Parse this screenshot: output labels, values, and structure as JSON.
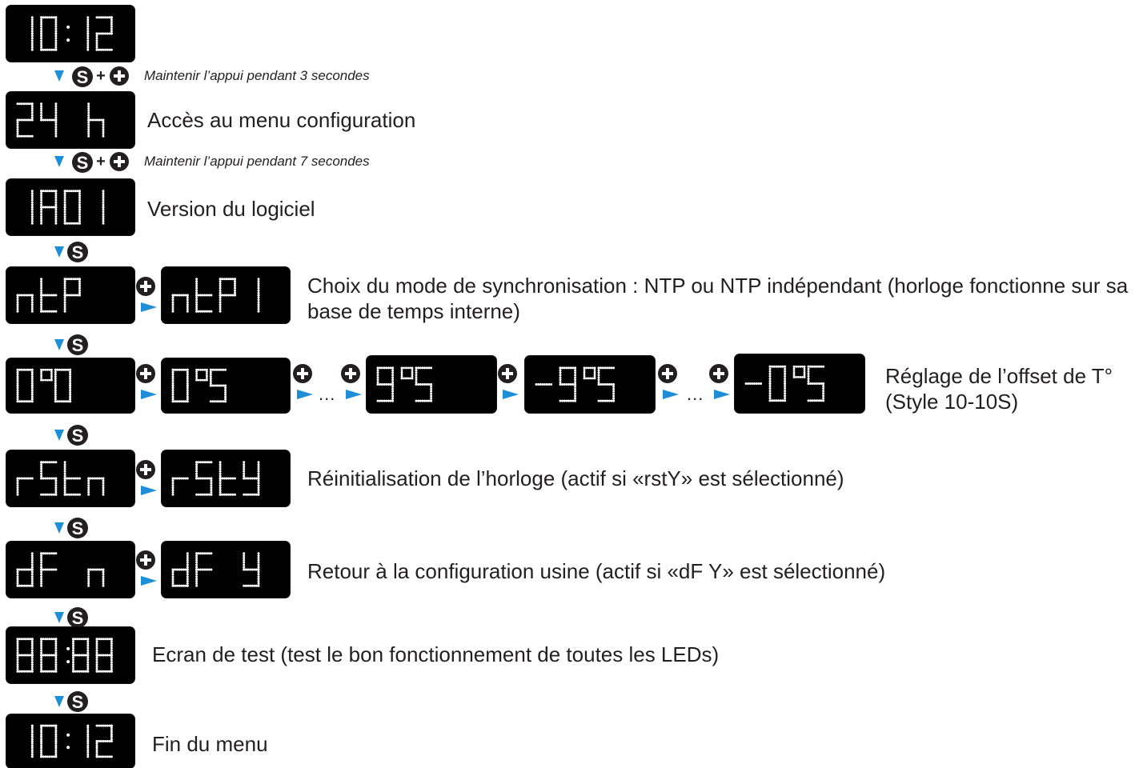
{
  "colors": {
    "display_bg": "#000000",
    "segment": "#ffffff",
    "arrow": "#1e8fd6",
    "button": "#231f20"
  },
  "buttons": {
    "set": "S",
    "plus": "+",
    "combo_plus": "+"
  },
  "ellipsis": "...",
  "steps": [
    {
      "displays": [
        "10:12"
      ]
    },
    {
      "note": "Maintenir l’appui pendant 3 secondes"
    },
    {
      "displays": [
        "24 h"
      ],
      "label": "Accès au menu configuration"
    },
    {
      "note": "Maintenir l’appui pendant 7 secondes"
    },
    {
      "displays": [
        "1A01"
      ],
      "label": "Version du logiciel"
    },
    {
      "displays": [
        "ntP",
        "ntP1"
      ],
      "label": "Choix du mode de synchronisation : NTP ou NTP indépendant (horloge fonctionne sur sa base de temps interne)"
    },
    {
      "displays": [
        "0°0",
        "0°5",
        "9°5",
        "-9°5",
        "-0°5"
      ],
      "label": "Réglage de l’offset de T° (Style 10-10S)"
    },
    {
      "displays": [
        "rStn",
        "rStY"
      ],
      "label": "Réinitialisation de l’horloge (actif si «rstY» est sélectionné)"
    },
    {
      "displays": [
        "dF n",
        "dF Y"
      ],
      "label": "Retour à la configuration usine (actif si «dF Y» est sélectionné)"
    },
    {
      "displays": [
        "88:88"
      ],
      "label": "Ecran de test (test le bon fonctionnement de toutes les LEDs)"
    },
    {
      "displays": [
        "10:12"
      ],
      "label": "Fin du menu"
    }
  ]
}
